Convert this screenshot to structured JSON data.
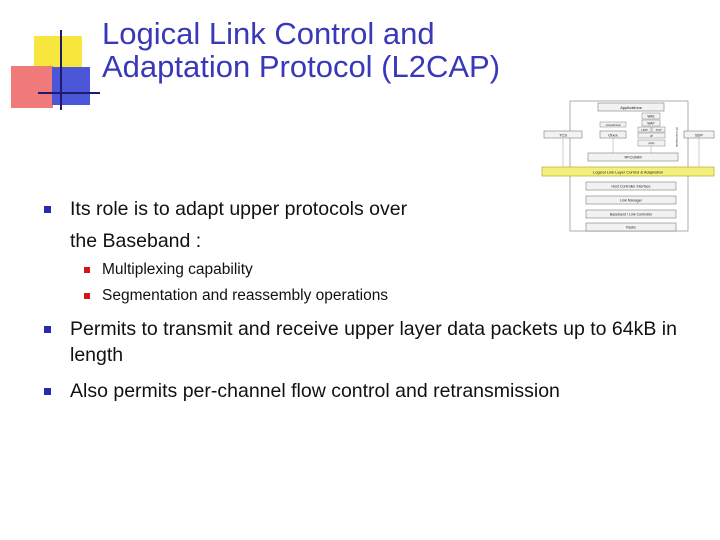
{
  "title_lines": [
    "Logical Link Control and",
    "Adaptation Protocol (L2CAP)"
  ],
  "bullets": {
    "b1_line1": "Its role is to adapt upper protocols over",
    "b1_line2": "the Baseband :",
    "b1_sub1": "Multiplexing capability",
    "b1_sub2": "Segmentation and reassembly operations",
    "b2": "Permits to transmit and receive upper layer data packets up to 64kB in length",
    "b3": "Also permits per-channel flow control and retransmission"
  },
  "diagram": {
    "applications": "Applications",
    "wae": "WAE",
    "wap": "WAP",
    "udp": "UDP",
    "tcp": "TCP",
    "ip": "IP",
    "ppp": "PPP",
    "at_commands": "AT-Commands",
    "vcard": "vCard/vCal",
    "tcs": "TCS",
    "obex": "Obex",
    "sdp": "SDP",
    "rfcomm": "RFCOMM",
    "l2cap": "Logical Link Layer Control & Adaptation",
    "hci": "Host Controller Interface",
    "lm": "Link Manager",
    "baseband": "Baseband / Link Controller",
    "radio": "Radio"
  },
  "colors": {
    "title": "#3838b8",
    "bullet_main": "#2a2ab0",
    "bullet_sub": "#d01818",
    "l2cap_highlight": "#f5f07a"
  }
}
